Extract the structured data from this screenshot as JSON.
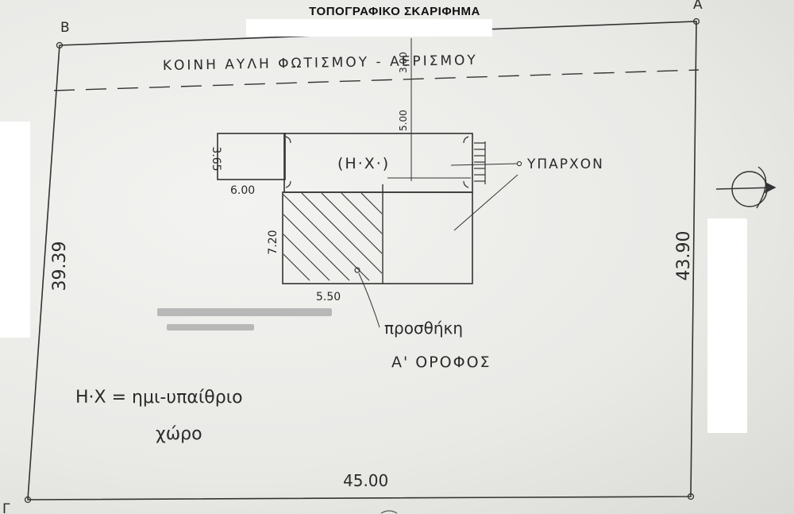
{
  "title": "ΤΟΠΟΓΡΑΦΙΚΟ ΣΚΑΡΙΦΗΜΑ",
  "corners": {
    "a": "A",
    "b": "B",
    "c": "Γ"
  },
  "courtyard_label": "ΚΟΙΝΗ ΑΥΛΗ ΦΩΤΙΣΜΟΥ - ΑΕΡΙΣΜΟΥ",
  "dimensions": {
    "top_depth": "3.00",
    "setback": "5.00",
    "annex_height": "3.65",
    "annex_width": "6.00",
    "addition_depth": "7.20",
    "addition_width": "5.50",
    "left_side": "39.39",
    "right_side": "43.90",
    "bottom_side": "45.00"
  },
  "labels": {
    "semi_open": "(Η·Χ·)",
    "existing": "ΥΠΑΡΧΟΝ",
    "addition_line1": "προσθήκη",
    "addition_line2": "Α' ΟΡΟΦΟΣ",
    "legend_line1": "Η·Χ = ημι-υπαίθριο",
    "legend_line2": "χώρο"
  },
  "colors": {
    "ink": "#2a2a2a",
    "paper": "#efefec",
    "redaction": "#ffffff"
  }
}
